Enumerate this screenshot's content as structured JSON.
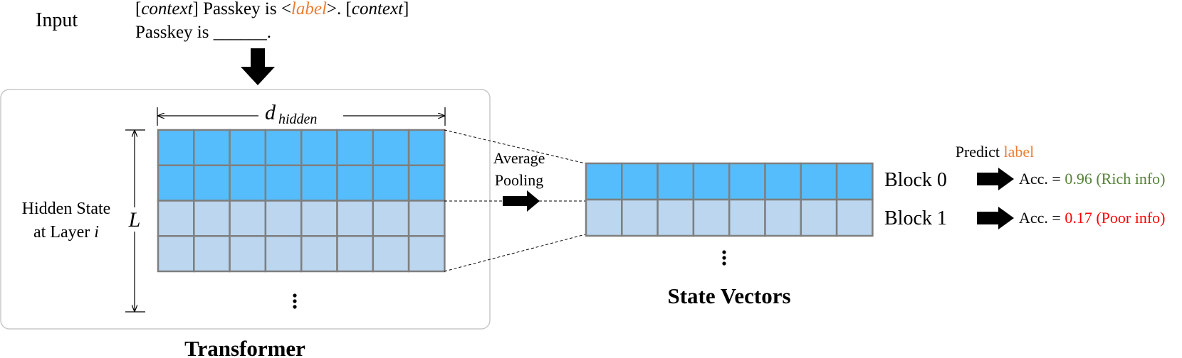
{
  "input": {
    "title": "Input",
    "line1": {
      "open_bracket": "[",
      "context1": "context",
      "mid1": "] Passkey is <",
      "label": "label",
      "mid2": ">. [",
      "context2": "context",
      "close_bracket": "]"
    },
    "line2": "Passkey is ______."
  },
  "transformer": {
    "title": "Transformer",
    "width_label": {
      "base": "d",
      "sub": "hidden"
    },
    "height_label": "L",
    "side_label_line1": "Hidden State",
    "side_label_line2_prefix": "at Layer ",
    "side_label_line2_var": "i",
    "ellipsis": "⋮",
    "grid": {
      "rows": 4,
      "cols": 8,
      "dark_rows": 2
    }
  },
  "pooling": {
    "line1": "Average",
    "line2": "Pooling"
  },
  "state_vectors": {
    "title": "State Vectors",
    "ellipsis": "⋮",
    "grid": {
      "rows": 2,
      "cols": 8,
      "dark_rows": 1
    }
  },
  "predict": {
    "prefix": "Predict ",
    "label": "label"
  },
  "blocks": [
    {
      "name": "Block 0",
      "acc_prefix": "Acc. = ",
      "acc_value": "0.96 (Rich info)",
      "status": "rich"
    },
    {
      "name": "Block 1",
      "acc_prefix": "Acc. = ",
      "acc_value": "0.17 (Poor info)",
      "status": "poor"
    }
  ],
  "colors": {
    "cell_dark": "#55BDFB",
    "cell_light": "#BBD6EE",
    "grid_border": "#7F7F7F",
    "label_orange": "#ED7D31",
    "rich_green": "#548235",
    "poor_red": "#FF0000",
    "panel_border": "#C8C8C8"
  },
  "icons": {
    "down_arrow": "thick-down-arrow",
    "right_arrow": "thick-right-arrow"
  }
}
